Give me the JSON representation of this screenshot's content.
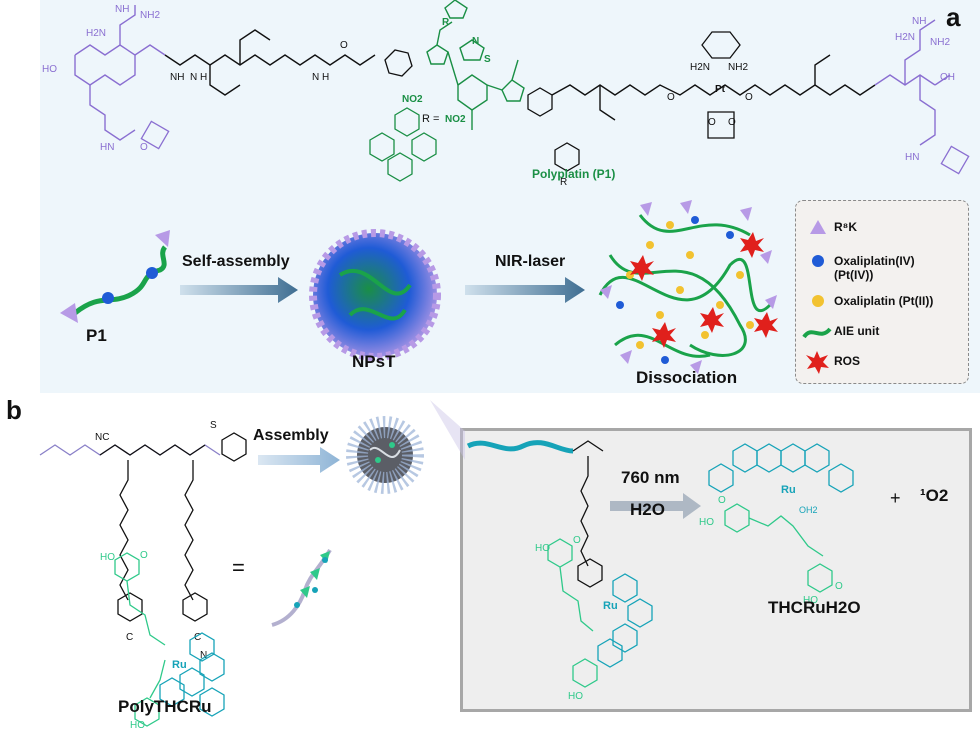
{
  "panel_a": {
    "letter": "a",
    "structure_r_label": "R =",
    "polymer_name": "Polyplatin (P1)",
    "p1_label": "P1",
    "arrow1_label": "Self-assembly",
    "nps_label": "NPsT",
    "arrow2_label": "NIR-laser",
    "dissociation_label": "Dissociation",
    "legend": [
      {
        "label": "R⁸K",
        "symbol": "triangle",
        "color": "#b79ae6"
      },
      {
        "label": "Oxaliplatin(IV)\n(Pt(IV))",
        "symbol": "blue-sphere",
        "color": "#1f5bd6"
      },
      {
        "label": "Oxaliplatin (Pt(II))",
        "symbol": "yellow-sphere",
        "color": "#f2c230"
      },
      {
        "label": "AIE unit",
        "symbol": "green-curve",
        "color": "#1aa34a"
      },
      {
        "label": "ROS",
        "symbol": "red-star",
        "color": "#e0201c"
      }
    ],
    "colors": {
      "background": "#eef6fb",
      "peptide": "#8a6fd1",
      "aie": "#1a8f45",
      "platinum": "#111111"
    }
  },
  "panel_b": {
    "letter": "b",
    "arrow_label": "Assembly",
    "equals": "=",
    "polymer_name": "PolyTHCRu",
    "condition_top": "760 nm",
    "condition_bottom": "H2O",
    "plus": "+",
    "singlet_oxygen": "¹O2",
    "product_name": "THCRuH2O",
    "colors": {
      "ligand": "#16a3b8",
      "curcumin": "#2fc98a",
      "box_border": "#a7a7a7"
    }
  }
}
